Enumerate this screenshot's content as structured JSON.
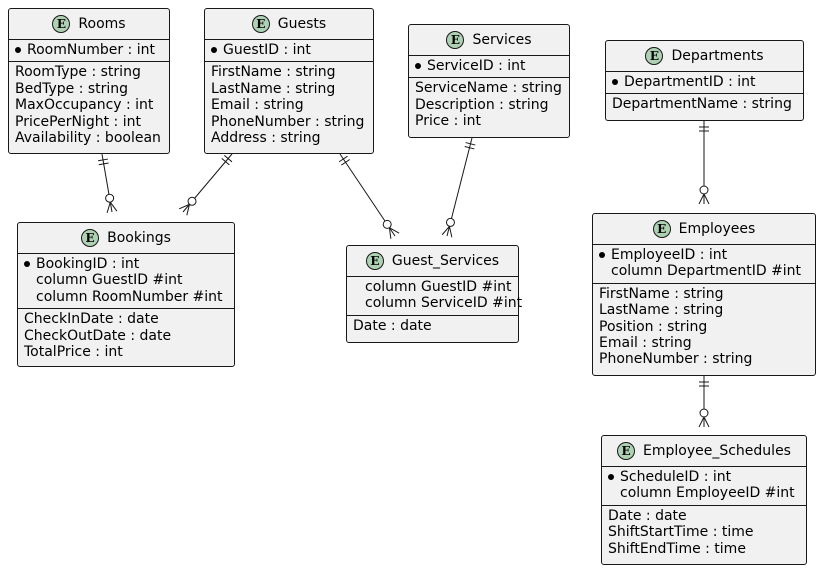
{
  "entities": {
    "rooms": {
      "badge": "E",
      "name": "Rooms",
      "key": [
        "RoomNumber : int"
      ],
      "fields": [
        "RoomType : string",
        "BedType : string",
        "MaxOccupancy : int",
        "PricePerNight : int",
        "Availability : boolean"
      ]
    },
    "guests": {
      "badge": "E",
      "name": "Guests",
      "key": [
        "GuestID : int"
      ],
      "fields": [
        "FirstName : string",
        "LastName : string",
        "Email : string",
        "PhoneNumber : string",
        "Address : string"
      ]
    },
    "services": {
      "badge": "E",
      "name": "Services",
      "key": [
        "ServiceID : int"
      ],
      "fields": [
        "ServiceName : string",
        "Description : string",
        "Price : int"
      ]
    },
    "departments": {
      "badge": "E",
      "name": "Departments",
      "key": [
        "DepartmentID : int"
      ],
      "fields": [
        "DepartmentName : string"
      ]
    },
    "bookings": {
      "badge": "E",
      "name": "Bookings",
      "key": [
        "BookingID : int",
        "column GuestID #int",
        "column RoomNumber #int"
      ],
      "fields": [
        "CheckInDate : date",
        "CheckOutDate : date",
        "TotalPrice : int"
      ]
    },
    "guest_services": {
      "badge": "E",
      "name": "Guest_Services",
      "key": [
        "column GuestID #int",
        "column ServiceID #int"
      ],
      "fields": [
        "Date : date"
      ]
    },
    "employees": {
      "badge": "E",
      "name": "Employees",
      "key": [
        "EmployeeID : int",
        "column DepartmentID #int"
      ],
      "fields": [
        "FirstName : string",
        "LastName : string",
        "Position : string",
        "Email : string",
        "PhoneNumber : string"
      ]
    },
    "employee_schedules": {
      "badge": "E",
      "name": "Employee_Schedules",
      "key": [
        "ScheduleID : int",
        "column EmployeeID #int"
      ],
      "fields": [
        "Date : date",
        "ShiftStartTime : time",
        "ShiftEndTime : time"
      ]
    }
  },
  "relationships": [
    {
      "from": "rooms",
      "to": "bookings",
      "from_card": "exactly-one",
      "to_card": "zero-or-many"
    },
    {
      "from": "guests",
      "to": "bookings",
      "from_card": "exactly-one",
      "to_card": "zero-or-many"
    },
    {
      "from": "guests",
      "to": "guest_services",
      "from_card": "exactly-one",
      "to_card": "zero-or-many"
    },
    {
      "from": "services",
      "to": "guest_services",
      "from_card": "exactly-one",
      "to_card": "zero-or-many"
    },
    {
      "from": "departments",
      "to": "employees",
      "from_card": "exactly-one",
      "to_card": "zero-or-many"
    },
    {
      "from": "employees",
      "to": "employee_schedules",
      "from_card": "exactly-one",
      "to_card": "zero-or-many"
    }
  ],
  "colors": {
    "entity_fill": "#f1f1f1",
    "badge_fill": "#add1b2",
    "line": "#181818"
  }
}
